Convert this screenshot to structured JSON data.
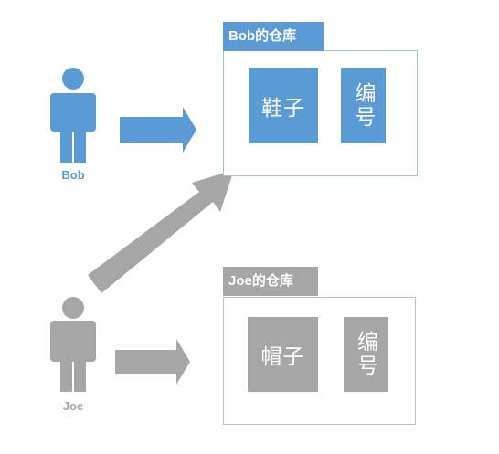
{
  "colors": {
    "bob": "#5b9bd5",
    "bob_border": "#9dc3e6",
    "joe": "#a6a6a6",
    "joe_border": "#bfbfbf"
  },
  "bob": {
    "name": "Bob",
    "warehouse_title": "Bob的仓库",
    "items": [
      "鞋子",
      "编号"
    ]
  },
  "joe": {
    "name": "Joe",
    "warehouse_title": "Joe的仓库",
    "items": [
      "帽子",
      "编号"
    ]
  }
}
